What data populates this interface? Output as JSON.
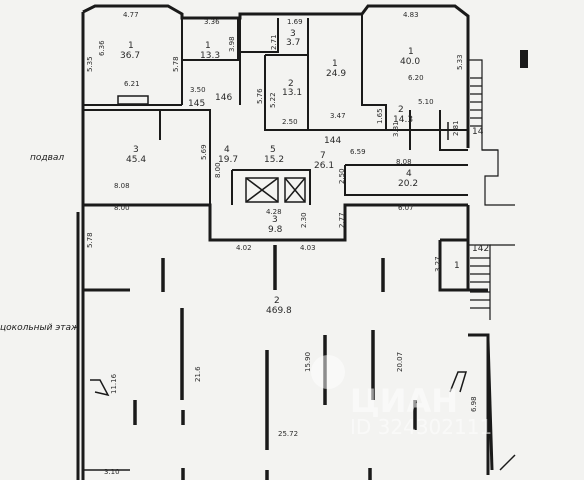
{
  "side_labels": {
    "basement": "подвал",
    "ground_floor": "цокольный этаж"
  },
  "room_numbers": [
    "145",
    "146",
    "144",
    "14",
    "142"
  ],
  "rooms": [
    {
      "id": "1",
      "area": "36.7"
    },
    {
      "id": "1",
      "area": "13.3"
    },
    {
      "id": "3",
      "area": "3.7"
    },
    {
      "id": "1",
      "area": "24.9"
    },
    {
      "id": "2",
      "area": "13.1"
    },
    {
      "id": "1",
      "area": "40.0"
    },
    {
      "id": "3",
      "area": "45.4"
    },
    {
      "id": "4",
      "area": "19.7"
    },
    {
      "id": "5",
      "area": "15.2"
    },
    {
      "id": "7",
      "area": "26.1"
    },
    {
      "id": "2",
      "area": "14.3"
    },
    {
      "id": "4",
      "area": "20.2"
    },
    {
      "id": "3",
      "area": "9.8"
    },
    {
      "id": "2",
      "area": "469.8"
    },
    {
      "id": "1",
      "area": ""
    }
  ],
  "dimensions": [
    "4.77",
    "5.35",
    "6.36",
    "5.78",
    "6.21",
    "3.50",
    "3.36",
    "3.98",
    "1.69",
    "2.71",
    "4.83",
    "5.33",
    "6.20",
    "5.22",
    "2.50",
    "3.47",
    "5.76",
    "5.10",
    "1.65",
    "3.81",
    "2.81",
    "6.59",
    "8.08",
    "5.69",
    "8.08",
    "8.00",
    "8.00",
    "2.50",
    "4.28",
    "2.30",
    "2.77",
    "6.07",
    "4.02",
    "4.03",
    "5.78",
    "3.27",
    "21.6",
    "15.90",
    "20.07",
    "25.72",
    "11.16",
    "3.10",
    "6.98"
  ],
  "watermark": {
    "brand": "ЦИАН",
    "id_text": "ID 324302111"
  }
}
